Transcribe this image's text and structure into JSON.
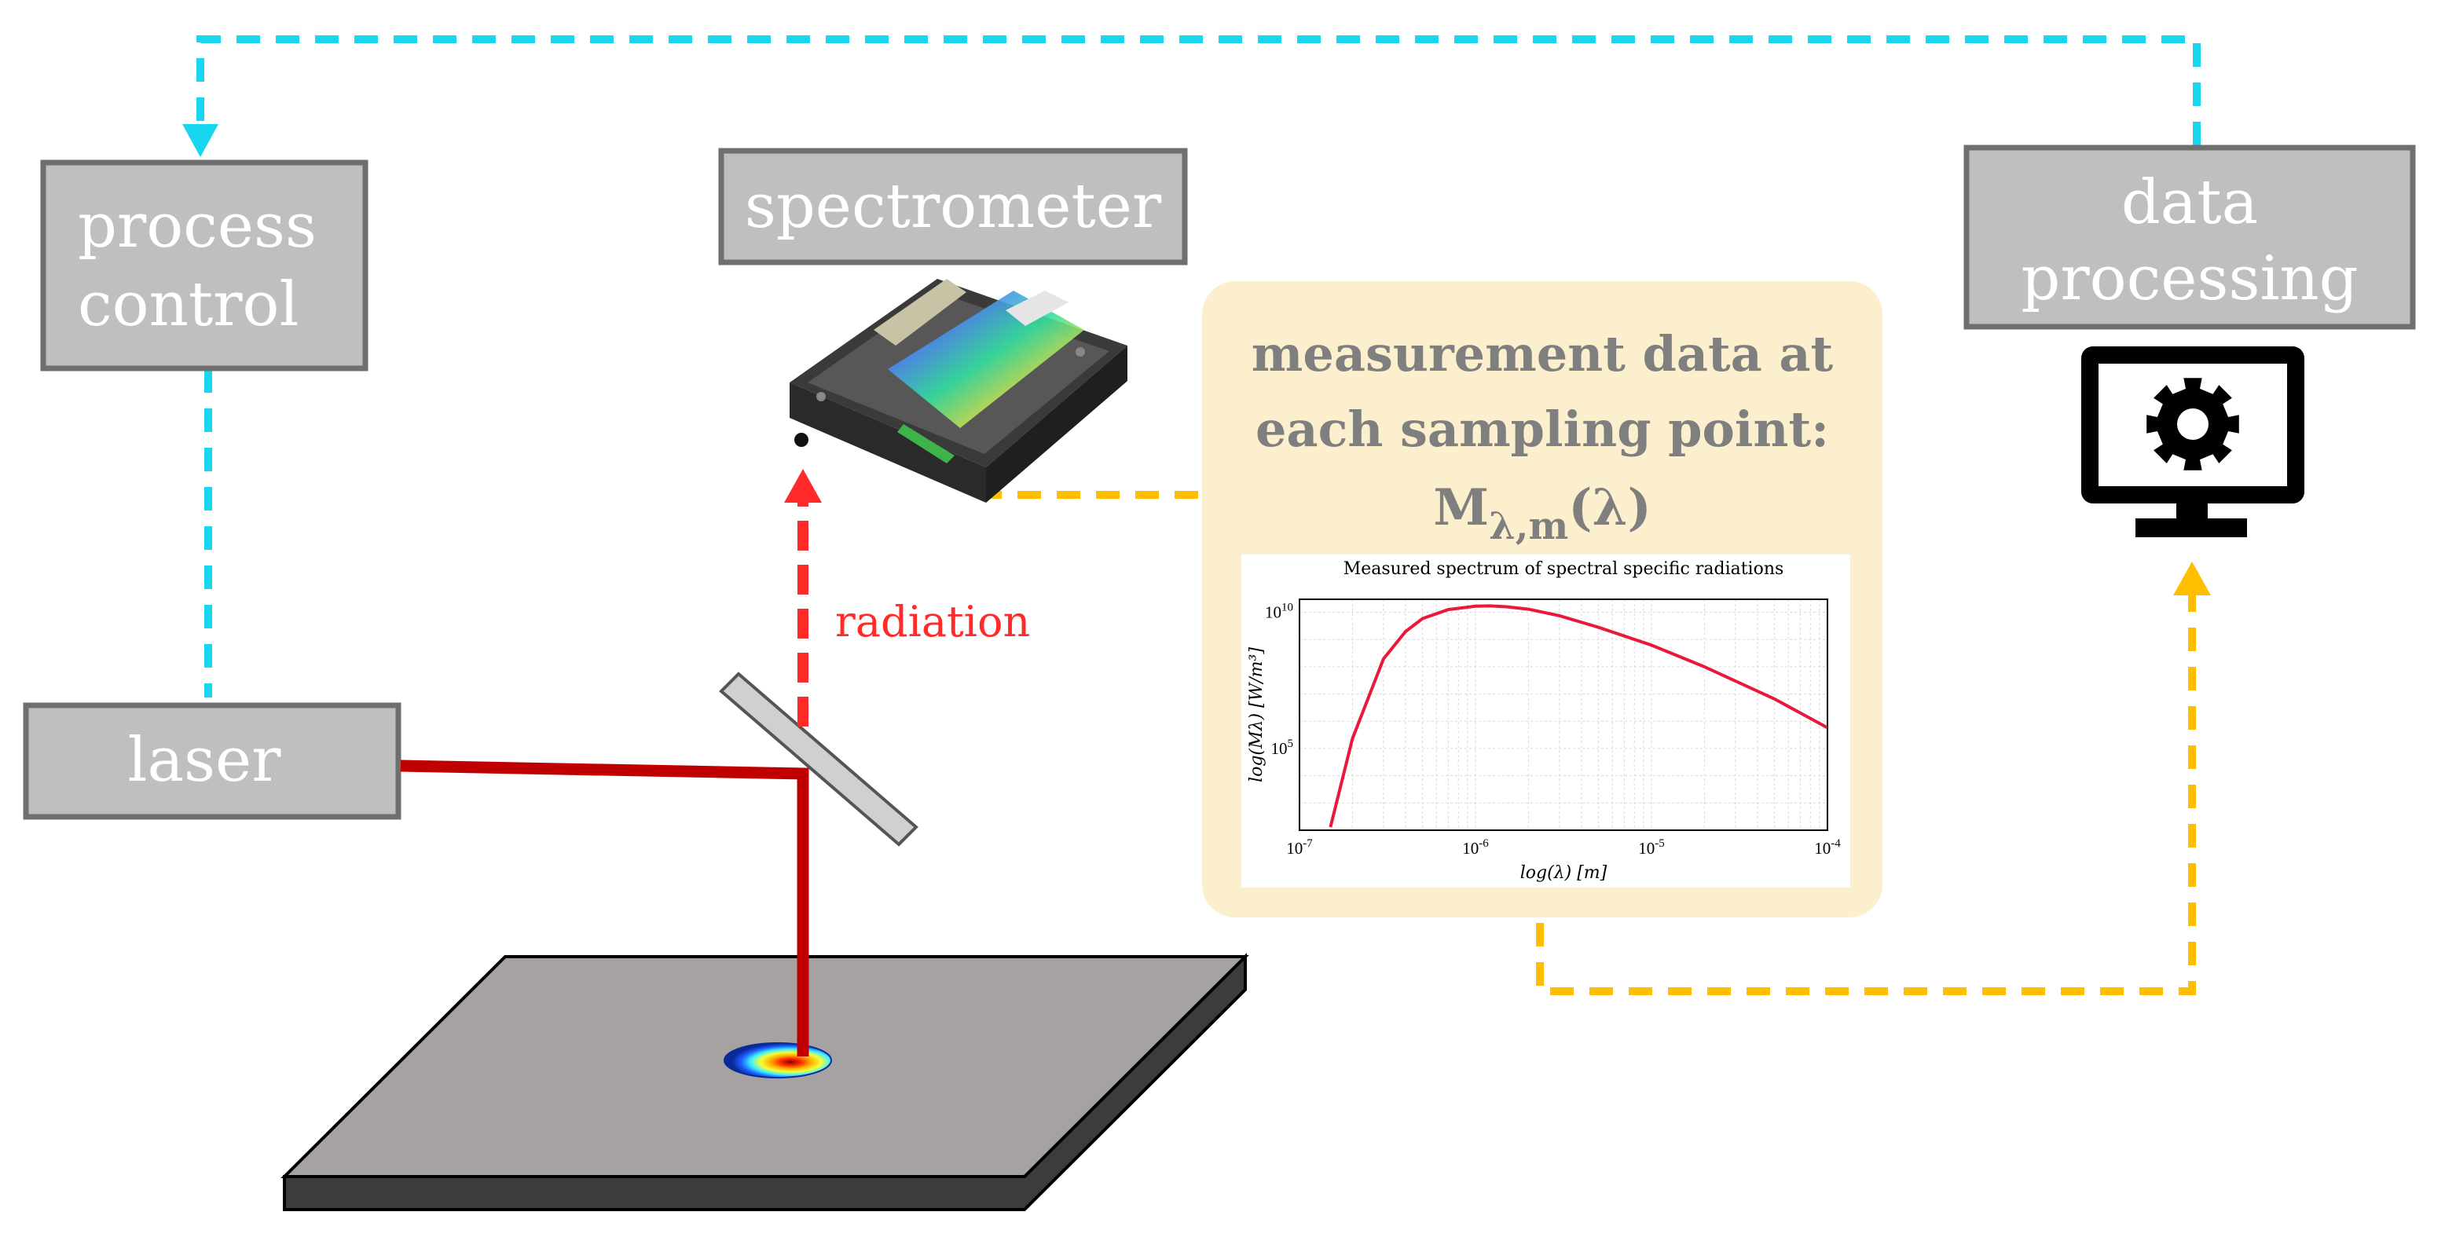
{
  "labels": {
    "process_control": [
      "process",
      "control"
    ],
    "spectrometer": "spectrometer",
    "data_processing": [
      "data",
      "processing"
    ],
    "laser": "laser",
    "radiation": "radiation",
    "measurement": [
      "measurement data at",
      "each sampling point:"
    ],
    "measurement_symbol": "M",
    "measurement_subscript": "λ,m",
    "measurement_arg": "(λ)"
  },
  "colors": {
    "box_fill": "#bfbfbf",
    "box_stroke": "#6f6f6f",
    "feedback_line": "#18d6f0",
    "data_line": "#ffbf00",
    "laser_beam": "#c00000",
    "radiation": "#ff2a2a",
    "panel_fill": "#fcefcd",
    "panel_text": "#7f7f7f",
    "curve": "#e8193c",
    "plate_top": "#a6a2a2",
    "plate_side": "#3c3c3c"
  },
  "icons": {
    "monitor": "monitor-gear-icon",
    "spectrometer": "spectrometer-device-image"
  },
  "chart_data": {
    "type": "line",
    "title": "Measured spectrum of spectral specific radiations",
    "xlabel": "log(λ) [m]",
    "ylabel": "log(Mλ) [W/m³]",
    "xscale": "log",
    "yscale": "log",
    "xlim": [
      1e-07,
      0.0001
    ],
    "ylim": [
      100.0,
      30000000000.0
    ],
    "x_ticks": [
      "10-7",
      "10-6",
      "10-5",
      "10-4"
    ],
    "y_ticks": [
      "105",
      "1010"
    ],
    "grid": true,
    "series": [
      {
        "x": [
          1.5e-07,
          2e-07,
          3e-07,
          4e-07,
          5e-07,
          7e-07,
          1e-06,
          1.2e-06,
          1.5e-06,
          2e-06,
          3e-06,
          5e-06,
          1e-05,
          2e-05,
          5e-05,
          0.0001
        ],
        "y": [
          130.0,
          230000.0,
          195000000.0,
          1960000000.0,
          5900000000.0,
          12600000000.0,
          16700000000.0,
          17200000000.0,
          16000000000.0,
          13000000000.0,
          7500000000.0,
          2800000000.0,
          620000000.0,
          100000000.0,
          6600000.0,
          580000.0
        ]
      }
    ]
  }
}
